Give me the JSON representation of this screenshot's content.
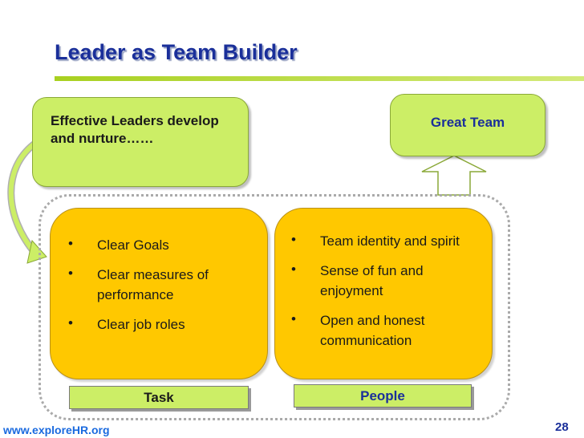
{
  "slide": {
    "title": "Leader as Team Builder",
    "effective_text": "Effective Leaders develop and nurture……",
    "great_team": "Great Team",
    "left_bullets": [
      "Clear Goals",
      "Clear measures of performance",
      "Clear job roles"
    ],
    "right_bullets": [
      "Team identity and spirit",
      "Sense of fun and enjoyment",
      "Open and honest communication"
    ],
    "bullet_glyph": "•",
    "task_label": "Task",
    "people_label": "People",
    "footer_url": "www.exploreHR.org",
    "page_number": "28"
  },
  "colors": {
    "title": "#1a2f9a",
    "green_box": "#ccee66",
    "orange_box": "#ffc800",
    "accent_bar": "#a8d020",
    "footer_link": "#1a6adf"
  }
}
